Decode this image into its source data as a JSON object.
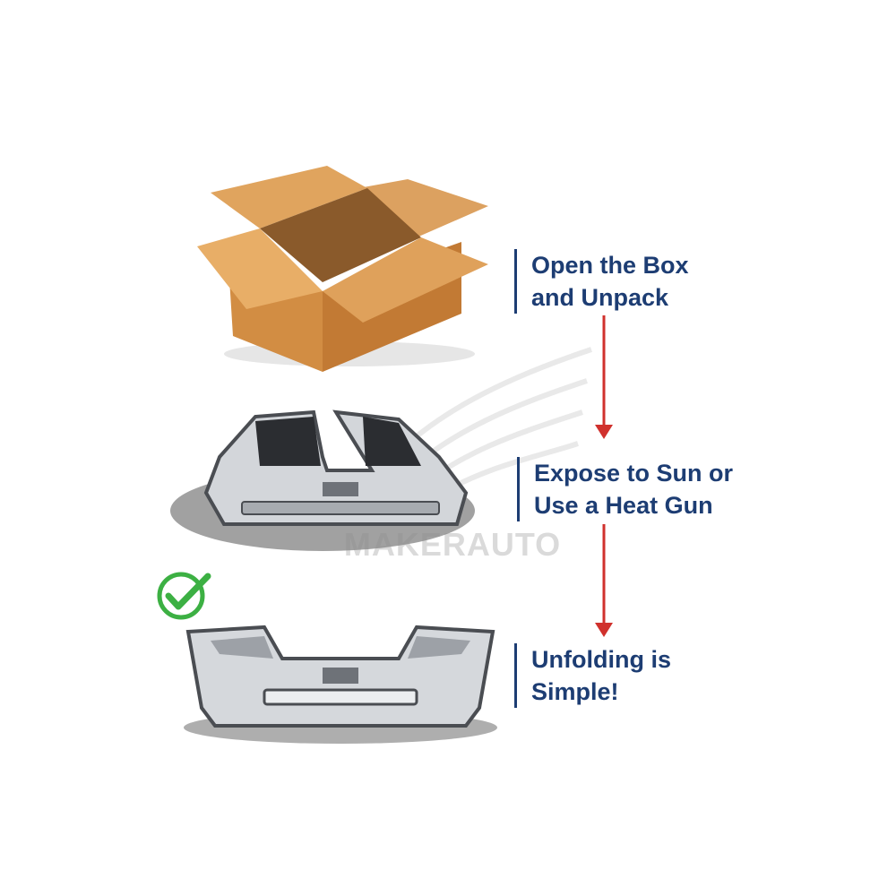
{
  "steps": [
    {
      "lines": [
        "Open the Box",
        "and Unpack"
      ]
    },
    {
      "lines": [
        "Expose to Sun or",
        "Use a Heat Gun"
      ]
    },
    {
      "lines": [
        "Unfolding is",
        "Simple!"
      ]
    }
  ],
  "watermark": {
    "brand": "MAKERAUTO"
  },
  "colors": {
    "text": "#1d3d73",
    "arrow": "#d0312d",
    "box": "#d9964a",
    "check": "#3cb043"
  },
  "icons": {
    "box": "open-cardboard-box",
    "folded_bumper": "folded-bumper",
    "unfolded_bumper": "unfolded-bumper",
    "check": "check-circle-icon",
    "arrow": "down-arrow-icon"
  }
}
